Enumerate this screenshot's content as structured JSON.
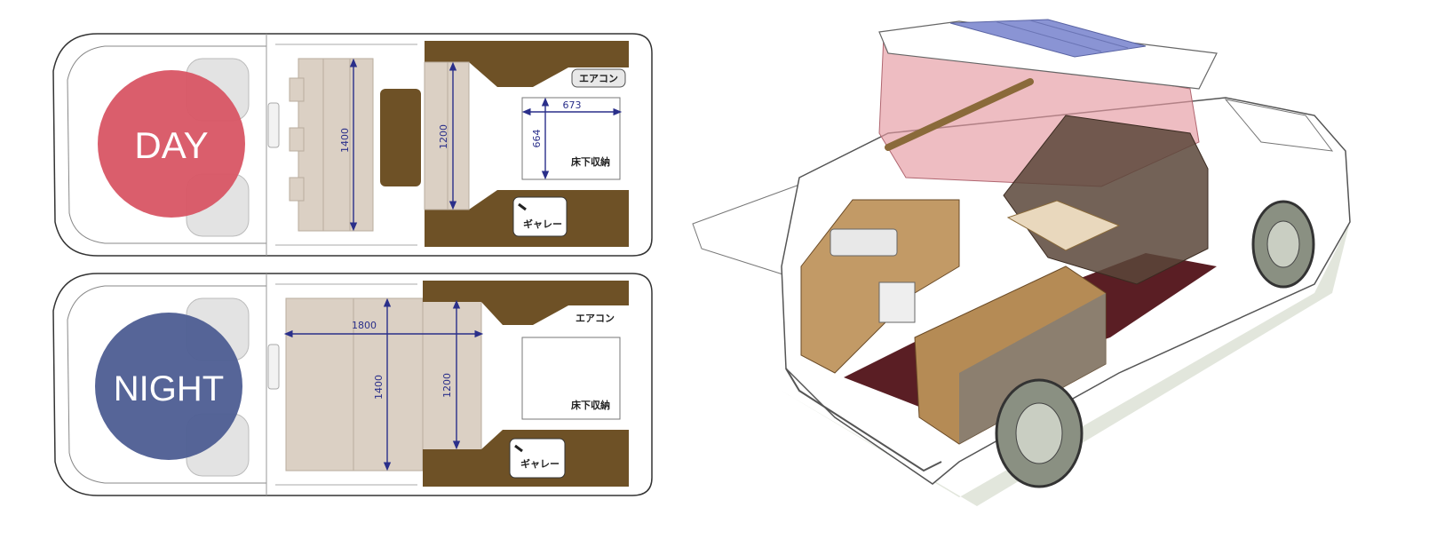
{
  "colors": {
    "day": "#d95766",
    "night": "#4f5f94",
    "wood": "#6e5126",
    "bed": "#dbd0c4",
    "dimension_line": "#2a2f8a",
    "roof_tent": "#e59aa2"
  },
  "day_plan": {
    "mode": "DAY",
    "dim_1400": "1400",
    "dim_1200": "1200",
    "dim_673": "673",
    "dim_664": "664",
    "aircon": "エアコン",
    "storage": "床下収納",
    "galley": "ギャレー"
  },
  "night_plan": {
    "mode": "NIGHT",
    "dim_1800": "1800",
    "dim_1400": "1400",
    "dim_1200": "1200",
    "aircon": "エアコン",
    "storage": "床下収納",
    "galley": "ギャレー"
  },
  "illustration": {
    "subject": "camper-van-with-pop-up-roof"
  }
}
